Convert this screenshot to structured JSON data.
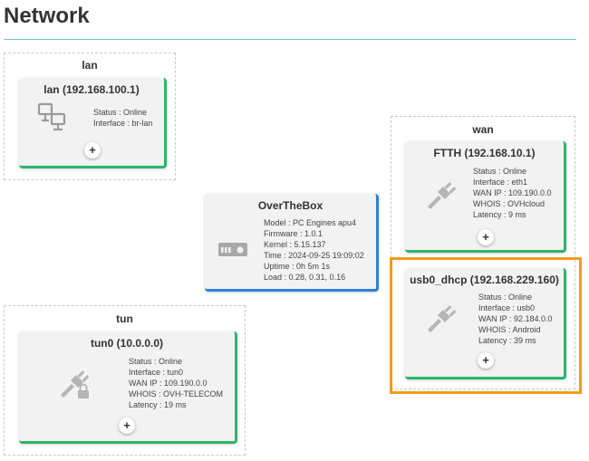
{
  "page": {
    "title": "Network"
  },
  "zones": {
    "lan": {
      "title": "lan"
    },
    "wan": {
      "title": "wan"
    },
    "tun": {
      "title": "tun"
    }
  },
  "cards": {
    "lan": {
      "title": "lan (192.168.100.1)",
      "lines": [
        "Status : Online",
        "Interface : br-lan"
      ],
      "icon": "network-computers-icon",
      "add_label": "+"
    },
    "ftth": {
      "title": "FTTH (192.168.10.1)",
      "lines": [
        "Status : Online",
        "Interface : eth1",
        "WAN IP : 109.190.0.0",
        "WHOIS : OVHcloud",
        "Latency : 9 ms"
      ],
      "icon": "plug-icon",
      "add_label": "+"
    },
    "router": {
      "title": "OverTheBox",
      "lines": [
        "Model : PC Engines apu4",
        "Firmware : 1.0.1",
        "Kernel : 5.15.137",
        "Time : 2024-09-25 19:09:02",
        "Uptime : 0h 5m 1s",
        "Load : 0.28, 0.31, 0.16"
      ],
      "icon": "router-icon"
    },
    "usb0": {
      "title": "usb0_dhcp (192.168.229.160)",
      "lines": [
        "Status : Online",
        "Interface : usb0",
        "WAN IP : 92.184.0.0",
        "WHOIS : Android",
        "Latency : 39 ms"
      ],
      "icon": "plug-icon",
      "add_label": "+"
    },
    "tun0": {
      "title": "tun0 (10.0.0.0)",
      "lines": [
        "Status : Online",
        "Interface : tun0",
        "WAN IP : 109.190.0.0",
        "WHOIS : OVH-TELECOM",
        "Latency : 19 ms"
      ],
      "icon": "plug-lock-icon",
      "add_label": "+"
    }
  },
  "colors": {
    "online_accent": "#2db56a",
    "router_accent": "#2f7fd8",
    "highlight": "#f39a1e",
    "title_rule": "#6cc4c4"
  }
}
